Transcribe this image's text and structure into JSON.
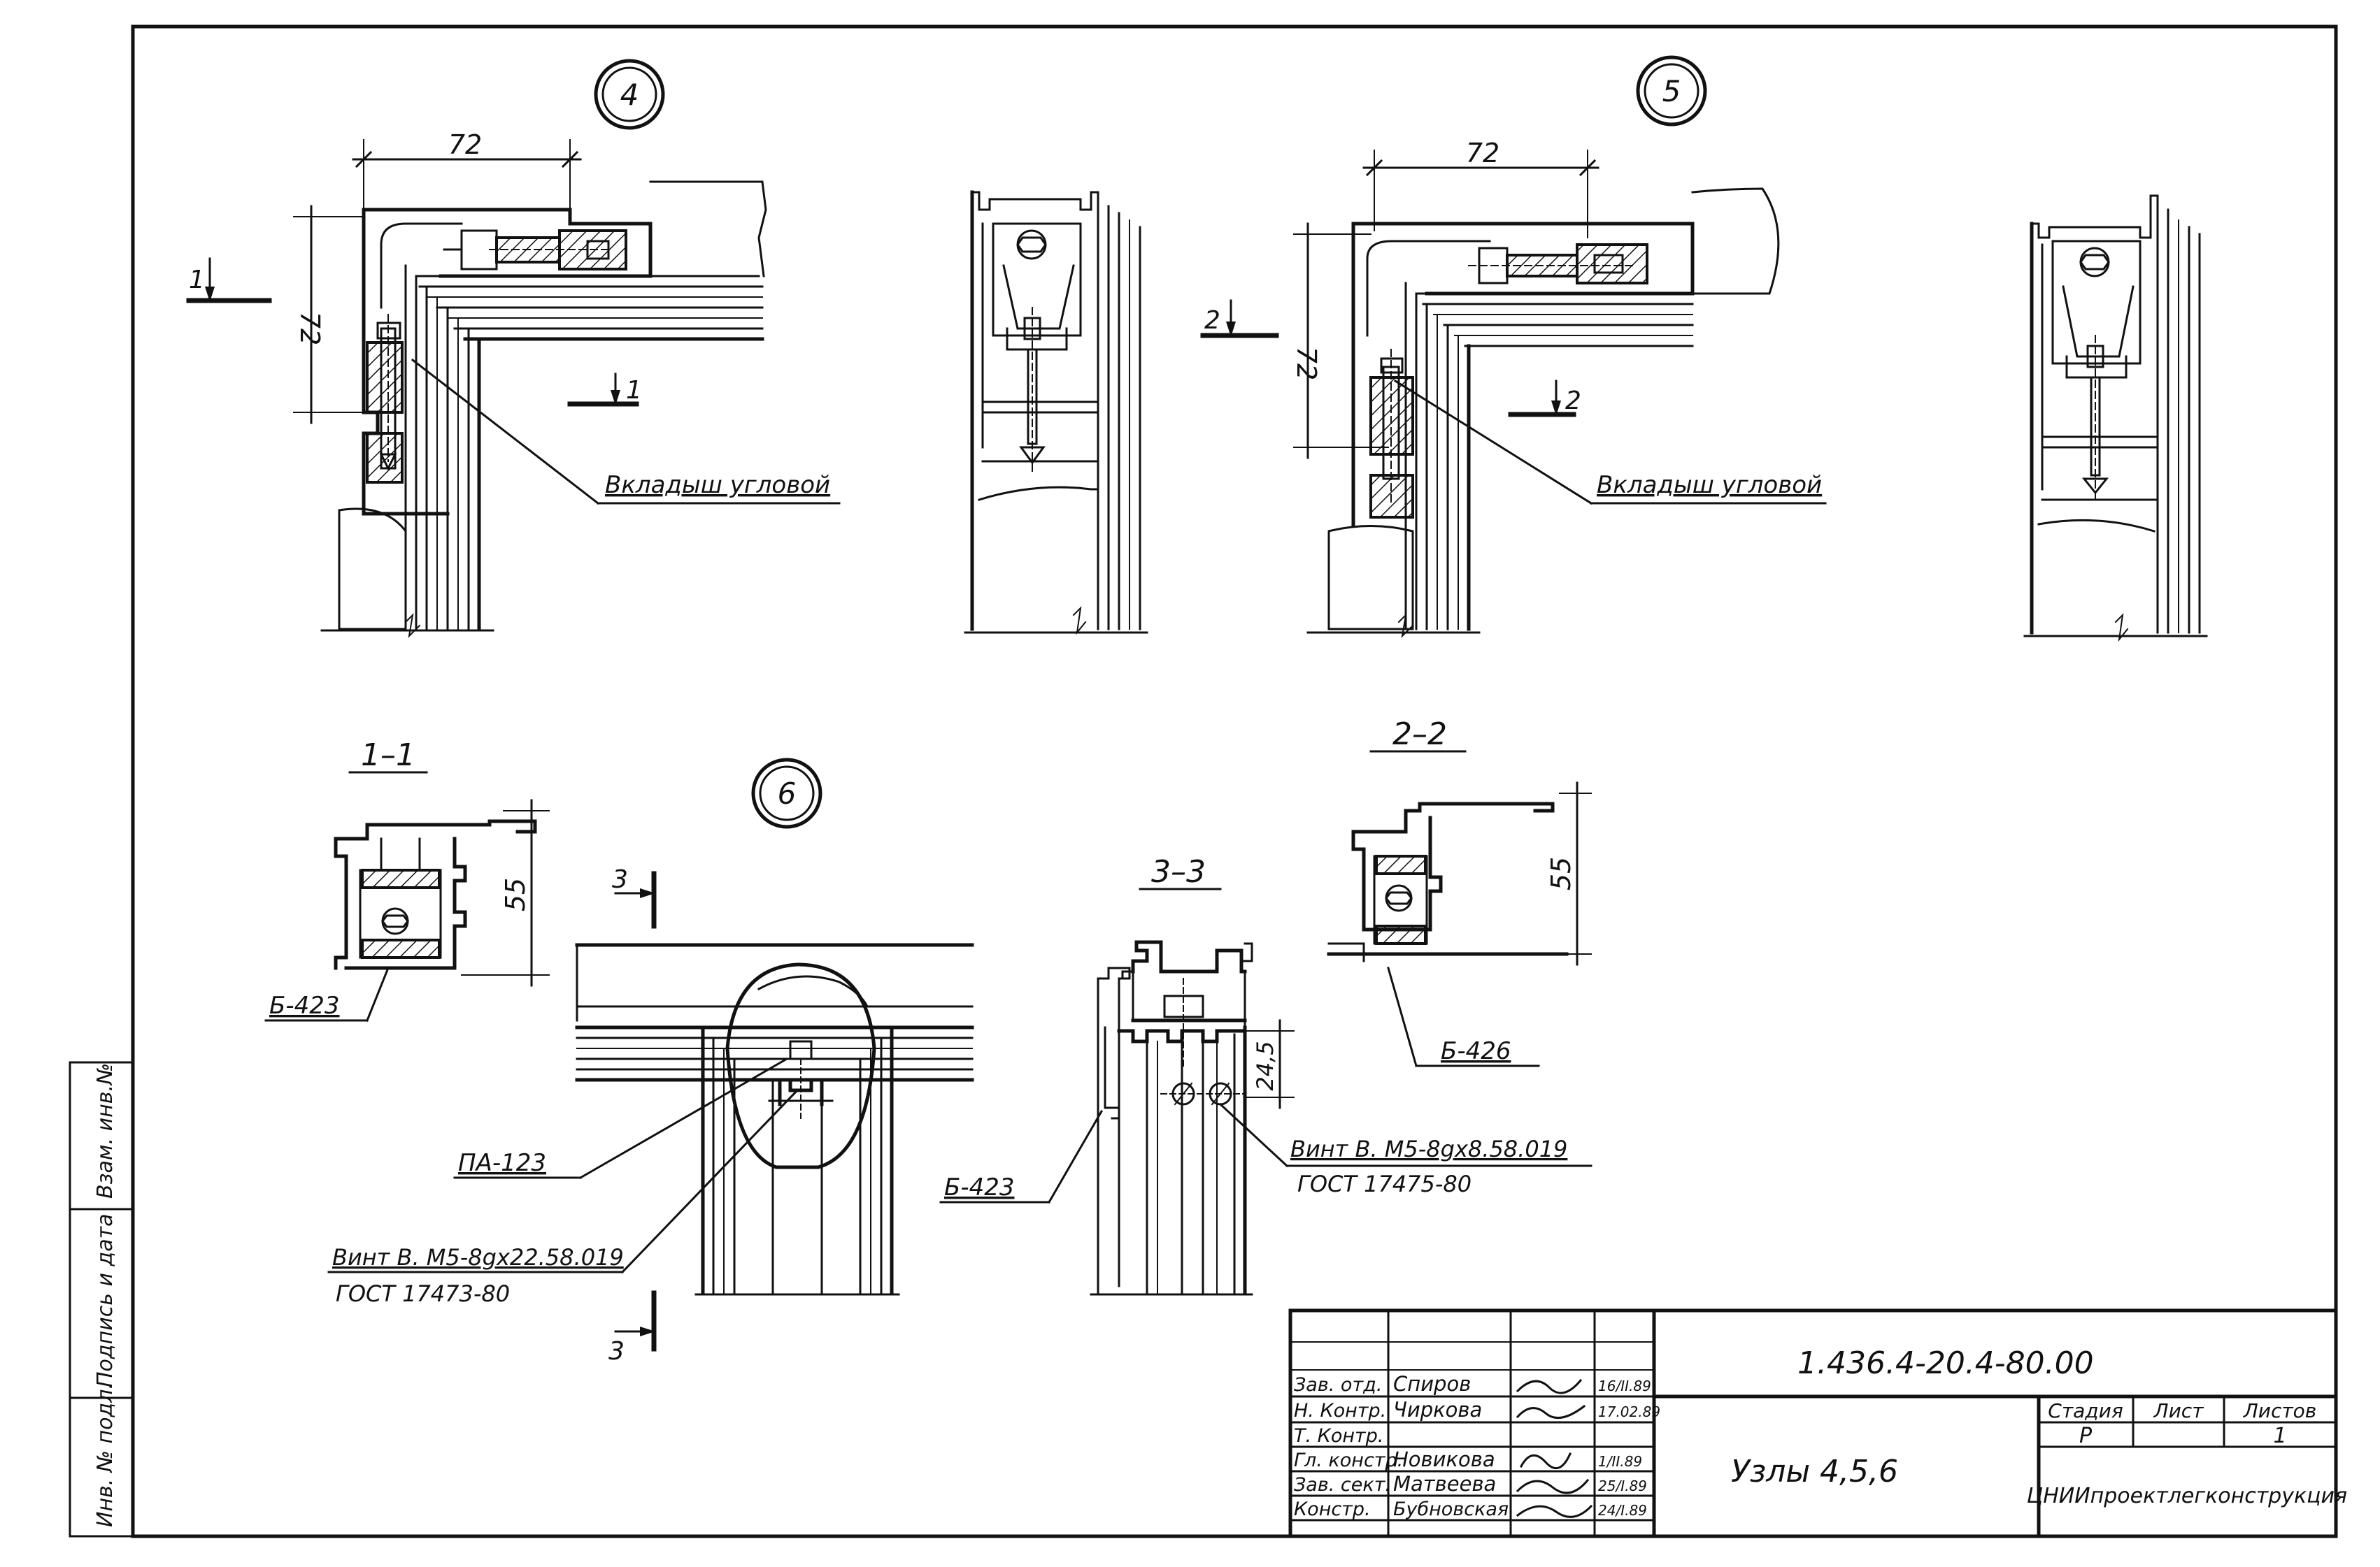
{
  "nodes": {
    "node4": "4",
    "node5": "5",
    "node6": "6"
  },
  "dimensions": {
    "d72_4_top": "72",
    "d72_4_left": "72",
    "d72_5_top": "72",
    "d72_5_left": "72",
    "d55_11": "55",
    "d55_22": "55",
    "d245": "24,5"
  },
  "section_marks": {
    "m1_left": "1",
    "m1_right": "1",
    "m2_left": "2",
    "m2_right": "2",
    "m3_top": "3",
    "m3_bottom": "3"
  },
  "section_titles": {
    "s11": "1–1",
    "s22": "2–2",
    "s33": "3–3"
  },
  "labels": {
    "insert4": "Вкладыш угловой",
    "insert5": "Вкладыш угловой",
    "b423_a": "Б-423",
    "b426": "Б-426",
    "pa123": "ПА-123",
    "b423_b": "Б-423",
    "screw1_line1": "Винт В. М5-8gх22.58.019",
    "screw1_line2": "ГОСТ 17473-80",
    "screw2_line1": "Винт В. М5-8gх8.58.019",
    "screw2_line2": "ГОСТ 17475-80"
  },
  "left_strip": {
    "inv_orig": "Инв. № подл.",
    "sign_date": "Подпись и дата",
    "vzam": "Взам. инв.№"
  },
  "title_block": {
    "doc_code": "1.436.4-20.4-80.00",
    "title": "Узлы 4,5,6",
    "stage_hdr": "Стадия",
    "sheet_hdr": "Лист",
    "sheets_hdr": "Листов",
    "stage": "Р",
    "sheet": "",
    "sheets": "1",
    "org": "ЦНИИпроектлегконструкция",
    "rows": [
      {
        "role": "Зав. отд.",
        "name": "Спиров",
        "date": "16/II.89"
      },
      {
        "role": "Н. Контр.",
        "name": "Чиркова",
        "date": "17.02.89"
      },
      {
        "role": "Т. Контр.",
        "name": "",
        "date": ""
      },
      {
        "role": "Гл. констр.",
        "name": "Новикова",
        "date": "1/II.89"
      },
      {
        "role": "Зав. сект.",
        "name": "Матвеева",
        "date": "25/I.89"
      },
      {
        "role": "Констр.",
        "name": "Бубновская",
        "date": "24/I.89"
      }
    ]
  }
}
